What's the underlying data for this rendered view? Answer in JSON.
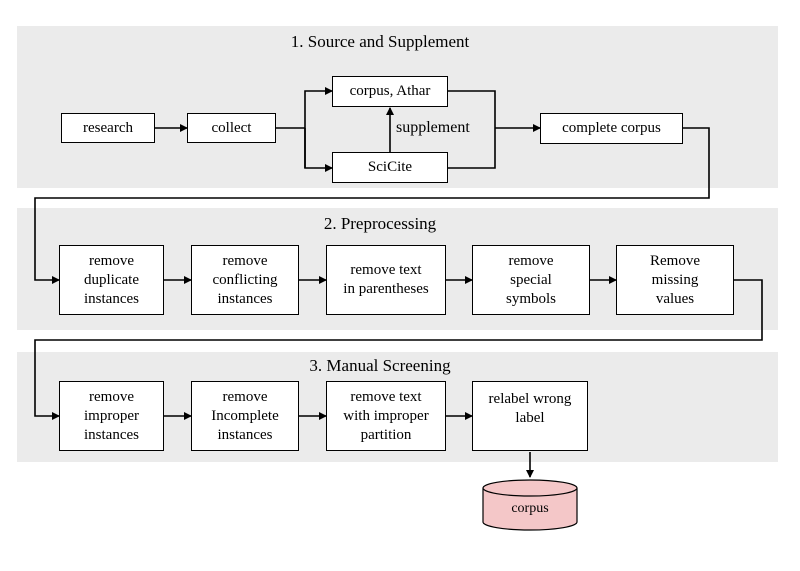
{
  "sections": [
    {
      "title": "1. Source and Supplement"
    },
    {
      "title": "2. Preprocessing"
    },
    {
      "title": "3. Manual Screening"
    }
  ],
  "stage1": {
    "research": "research",
    "collect": "collect",
    "corpus_athar": "corpus, Athar",
    "scicite": "SciCite",
    "supplement": "supplement",
    "complete_corpus": "complete corpus"
  },
  "stage2": [
    "remove\nduplicate\ninstances",
    "remove\nconflicting\ninstances",
    "remove text\nin parentheses",
    "remove\nspecial\nsymbols",
    "Remove\nmissing\nvalues"
  ],
  "stage3": [
    "remove\nimproper\ninstances",
    "remove\nIncomplete\ninstances",
    "remove text\nwith improper\npartition",
    "relabel wrong\nlabel"
  ],
  "output": {
    "label": "corpus",
    "fill": "#f4c7c8"
  },
  "colors": {
    "panel": "#ebebeb",
    "line": "#000000"
  }
}
